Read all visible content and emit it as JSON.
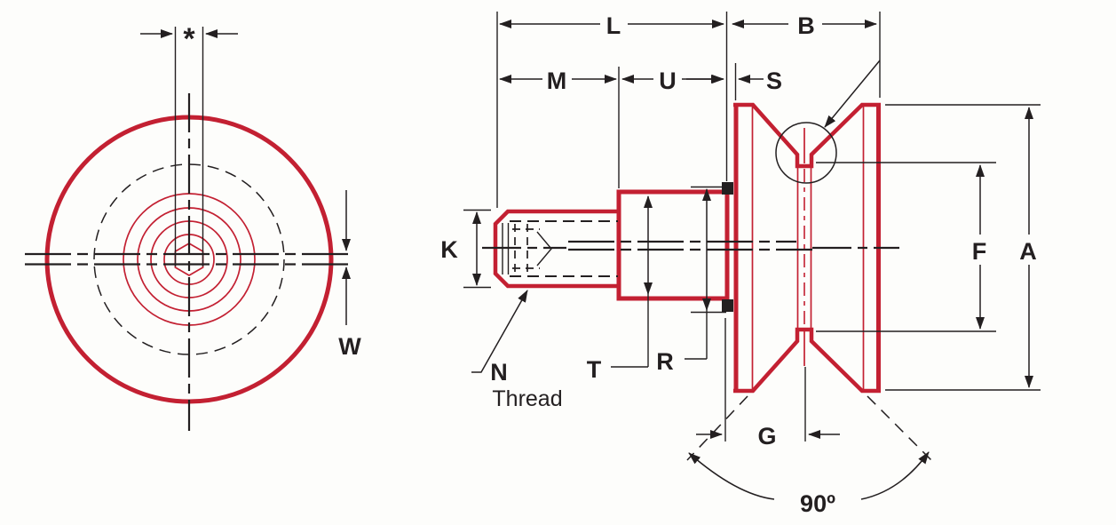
{
  "drawing": {
    "background": "#fdfdfb",
    "colors": {
      "part_red": "#c32032",
      "line_black": "#231f20"
    },
    "front_view": {
      "labels": {
        "dim_star": "*",
        "dim_w": "W"
      }
    },
    "side_view": {
      "labels": {
        "dim_l": "L",
        "dim_b": "B",
        "dim_m": "M",
        "dim_u": "U",
        "dim_s": "S",
        "dim_k": "K",
        "dim_t": "T",
        "dim_r": "R",
        "dim_g": "G",
        "dim_f": "F",
        "dim_a": "A",
        "thread_note_letter": "N",
        "thread_note_word": "Thread",
        "groove_angle": "90º"
      }
    }
  }
}
